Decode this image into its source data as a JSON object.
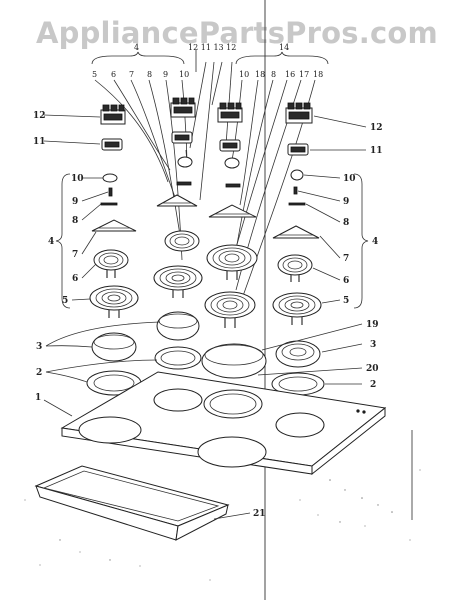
{
  "watermark": "AppliancePartsPros.com",
  "top_group_left": "4",
  "top_group_mid": "12 11 13 12",
  "top_group_right": "14",
  "top_row_left": [
    "5",
    "6",
    "7",
    "8",
    "9",
    "10"
  ],
  "top_row_right": [
    "10",
    "18",
    "8",
    "16",
    "17",
    "18"
  ],
  "callouts": {
    "c12L": "12",
    "c11L": "11",
    "c10L": "10",
    "c9L": "9",
    "c8L": "8",
    "c4L": "4",
    "c7L": "7",
    "c6L": "6",
    "c5L": "5",
    "c3L": "3",
    "c2L": "2",
    "c1": "1",
    "c12R": "12",
    "c11R": "11",
    "c10R": "10",
    "c9R": "9",
    "c8R": "8",
    "c4R": "4",
    "c7R": "7",
    "c6R": "6",
    "c5R": "5",
    "c19": "19",
    "c3R": "3",
    "c20": "20",
    "c2R": "2",
    "c21": "21"
  }
}
